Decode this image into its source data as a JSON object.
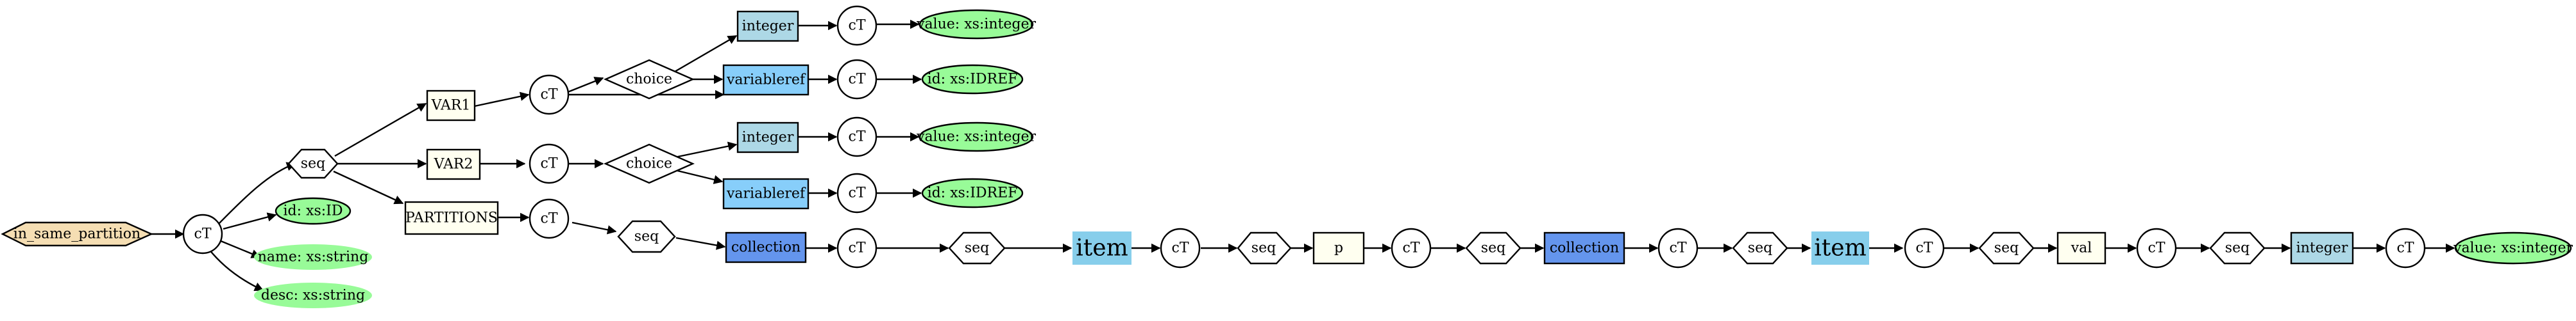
{
  "colors": {
    "root_fill": "#f5deb3",
    "element_fill": "#fffff0",
    "attribute_fill": "#98fb98",
    "integer_fill": "#add8e6",
    "variableref_fill": "#87cefa",
    "collection_fill": "#6495ed",
    "item_fill": "#87ceeb",
    "plain_fill": "#ffffff"
  },
  "nodes": {
    "root": "in_same_partition",
    "ct_root": "cT",
    "seq_main": "seq",
    "attr_id": "id: xs:ID",
    "attr_name": "name: xs:string",
    "attr_desc": "desc: xs:string",
    "var1": "VAR1",
    "ct_var1": "cT",
    "choice_var1": "choice",
    "int_var1": "integer",
    "ct_int_var1": "cT",
    "val_int_var1": "value: xs:integer",
    "vref_var1": "variableref",
    "ct_vref_var1": "cT",
    "id_vref_var1": "id: xs:IDREF",
    "var2": "VAR2",
    "ct_var2": "cT",
    "choice_var2": "choice",
    "int_var2": "integer",
    "ct_int_var2": "cT",
    "val_int_var2": "value: xs:integer",
    "vref_var2": "variableref",
    "ct_vref_var2": "cT",
    "id_vref_var2": "id: xs:IDREF",
    "partitions": "PARTITIONS",
    "ct_partitions": "cT",
    "seq_partitions": "seq",
    "coll1": "collection",
    "ct_coll1": "cT",
    "seq_coll1": "seq",
    "item1": "item",
    "ct_item1": "cT",
    "seq_item1": "seq",
    "p": "p",
    "ct_p": "cT",
    "seq_p": "seq",
    "coll2": "collection",
    "ct_coll2": "cT",
    "seq_coll2": "seq",
    "item2": "item",
    "ct_item2": "cT",
    "seq_item2": "seq",
    "val": "val",
    "ct_val": "cT",
    "seq_val": "seq",
    "int_final": "integer",
    "ct_int_final": "cT",
    "value_final": "value: xs:integer"
  }
}
